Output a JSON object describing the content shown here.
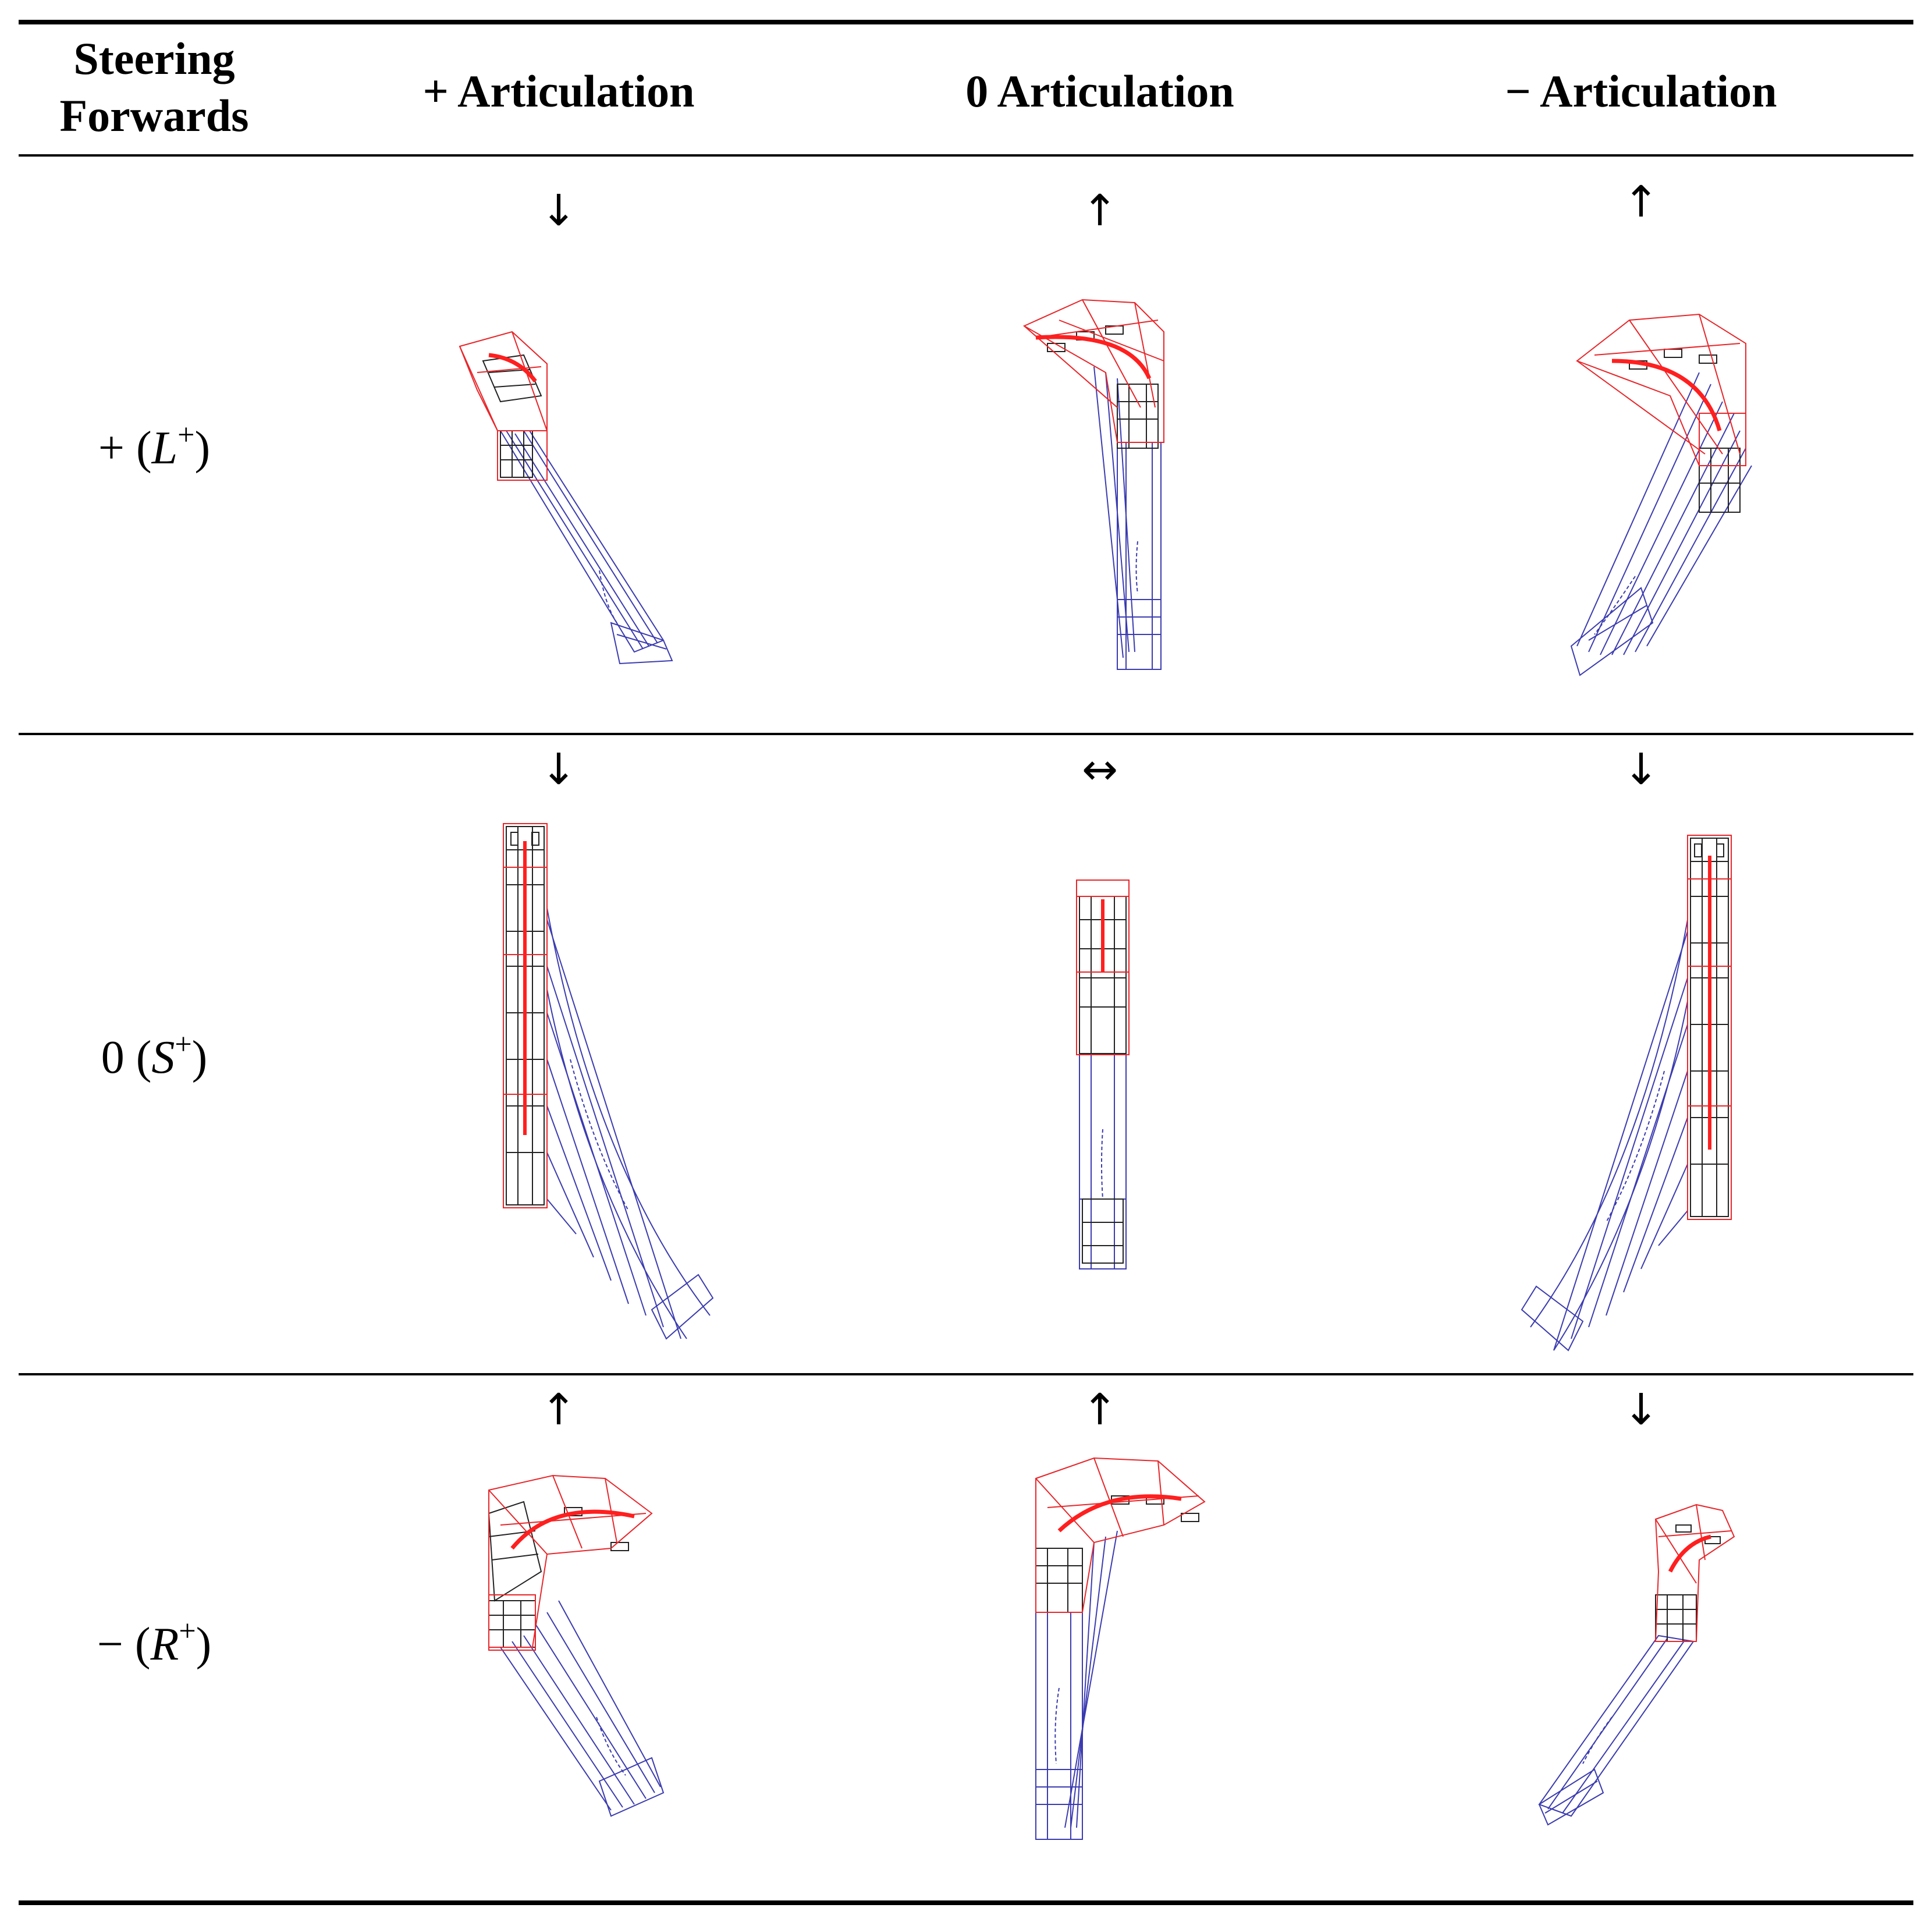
{
  "table": {
    "header": {
      "steering_line1": "Steering",
      "steering_line2": "Forwards",
      "col_plus": "+ Articulation",
      "col_zero": "0 Articulation",
      "col_minus": "−  Articulation"
    },
    "rows": [
      {
        "sign": "+ ",
        "symbol": "L",
        "arrows": [
          "↓",
          "↑",
          "↑"
        ]
      },
      {
        "sign": "0 ",
        "symbol": "S",
        "arrows": [
          "↓",
          "↔",
          "↓"
        ]
      },
      {
        "sign": "−  ",
        "symbol": "R",
        "arrows": [
          "↑",
          "↑",
          "↓"
        ]
      }
    ],
    "superscript": "+",
    "open_paren": "(",
    "close_paren": ")"
  },
  "colors": {
    "path_red": "#e8262a",
    "trajectory_red": "#ff1f1f",
    "body_blue": "#3b3bb0",
    "body_dark": "#222222"
  }
}
